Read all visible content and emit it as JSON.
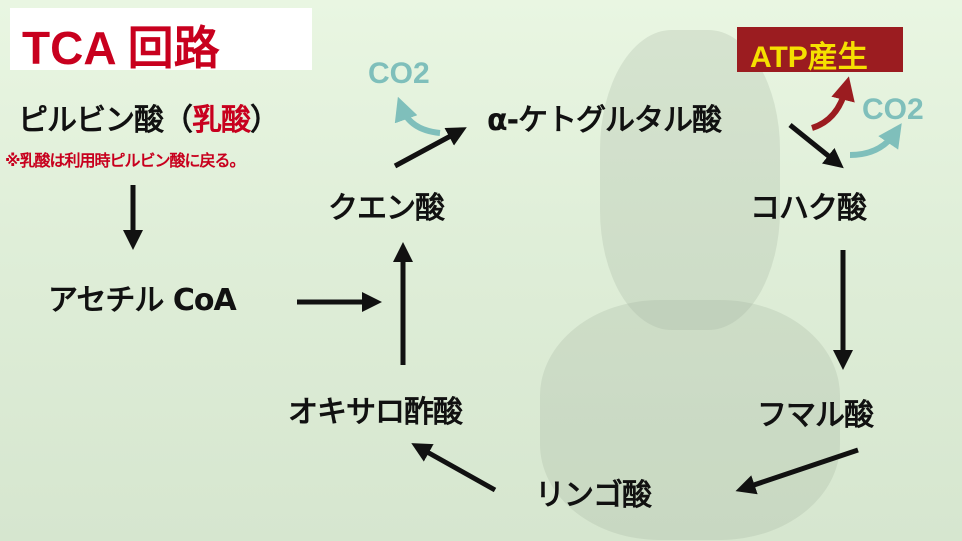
{
  "title": "TCA 回路",
  "badge": "ATP産生",
  "nodes": {
    "pyruvate": "ピルビン酸（",
    "lactate": "乳酸",
    "close_paren": "）",
    "note": "※乳酸は利用時ピルビン酸に戻る。",
    "acetyl_coa": "アセチル CoA",
    "citrate": "クエン酸",
    "akg": "α-ケトグルタル酸",
    "succinate": "コハク酸",
    "fumarate": "フマル酸",
    "malate": "リンゴ酸",
    "oxaloacetate": "オキサロ酢酸"
  },
  "co2_labels": [
    "CO2",
    "CO2"
  ],
  "colors": {
    "title": "#c8001e",
    "badge_bg": "#9b1c20",
    "badge_text": "#f5e000",
    "co2": "#7fbfbb",
    "arrow": "#111111"
  }
}
